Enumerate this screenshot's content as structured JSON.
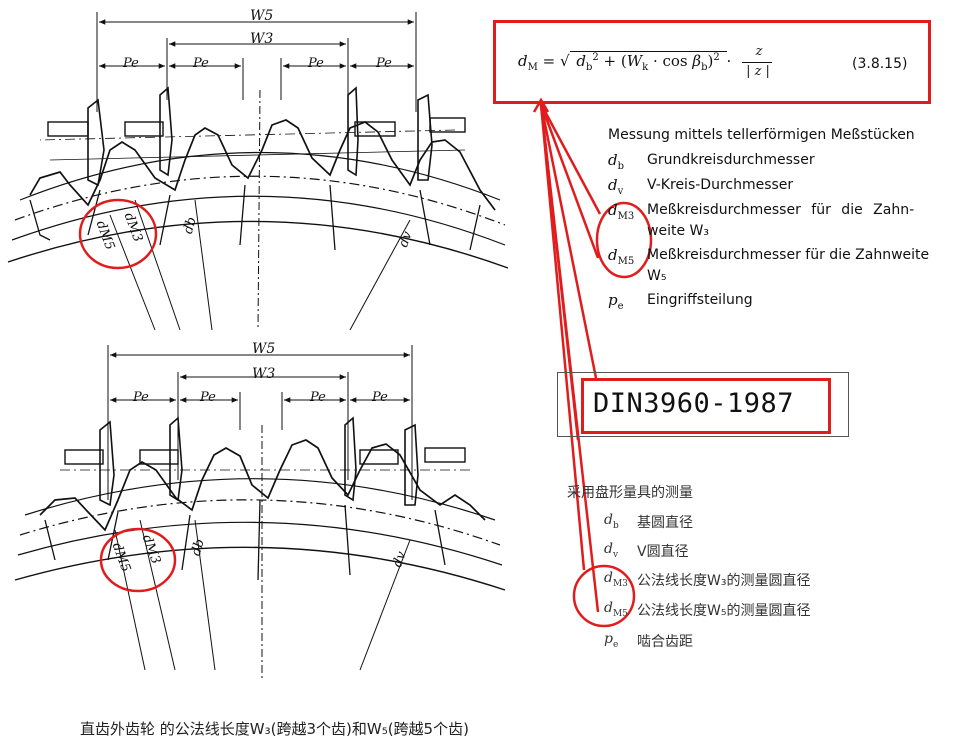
{
  "formula": {
    "lhs": "d",
    "lhs_sub": "M",
    "b_sym": "d",
    "b_sub": "b",
    "wk": "W",
    "wk_sub": "k",
    "cos": "cos",
    "beta": "β",
    "beta_sub": "b",
    "z_num": "z",
    "z_den": "| z |",
    "number": "(3.8.15)"
  },
  "legend_de": {
    "title": "Messung mittels tellerförmigen Meßstücken",
    "items": [
      {
        "sym": "d",
        "sub": "b",
        "text": "Grundkreisdurchmesser"
      },
      {
        "sym": "d",
        "sub": "v",
        "text": "V-Kreis-Durchmesser"
      },
      {
        "sym": "d",
        "sub": "M3",
        "text": "Meßkreisdurchmesser für die Zahn-",
        "text2": "weite W₃"
      },
      {
        "sym": "d",
        "sub": "M5",
        "text": "Meßkreisdurchmesser für die Zahnweite",
        "text2": "W₅"
      },
      {
        "sym": "p",
        "sub": "e",
        "text": "Eingriffsteilung"
      }
    ]
  },
  "standard_label": "DIN3960-1987",
  "legend_zh": {
    "title": "采用盘形量具的测量",
    "items": [
      {
        "sym": "d",
        "sub": "b",
        "text": "基圆直径"
      },
      {
        "sym": "d",
        "sub": "v",
        "text": "V圆直径"
      },
      {
        "sym": "d",
        "sub": "M3",
        "text": "公法线长度W₃的测量圆直径"
      },
      {
        "sym": "d",
        "sub": "M5",
        "text": "公法线长度W₅的测量圆直径"
      },
      {
        "sym": "p",
        "sub": "e",
        "text": "啮合齿距"
      }
    ]
  },
  "caption": "直齿外齿轮 的公法线长度W₃(跨越3个齿)和W₅(跨越5个齿)",
  "figure_labels": {
    "w5": "W5",
    "w3": "W3",
    "pe": "Pe",
    "db": "db",
    "dv": "dv",
    "dm3": "dM3",
    "dm5": "dM5"
  },
  "colors": {
    "annotation_red": "#e01c1c",
    "ink": "#111111"
  }
}
